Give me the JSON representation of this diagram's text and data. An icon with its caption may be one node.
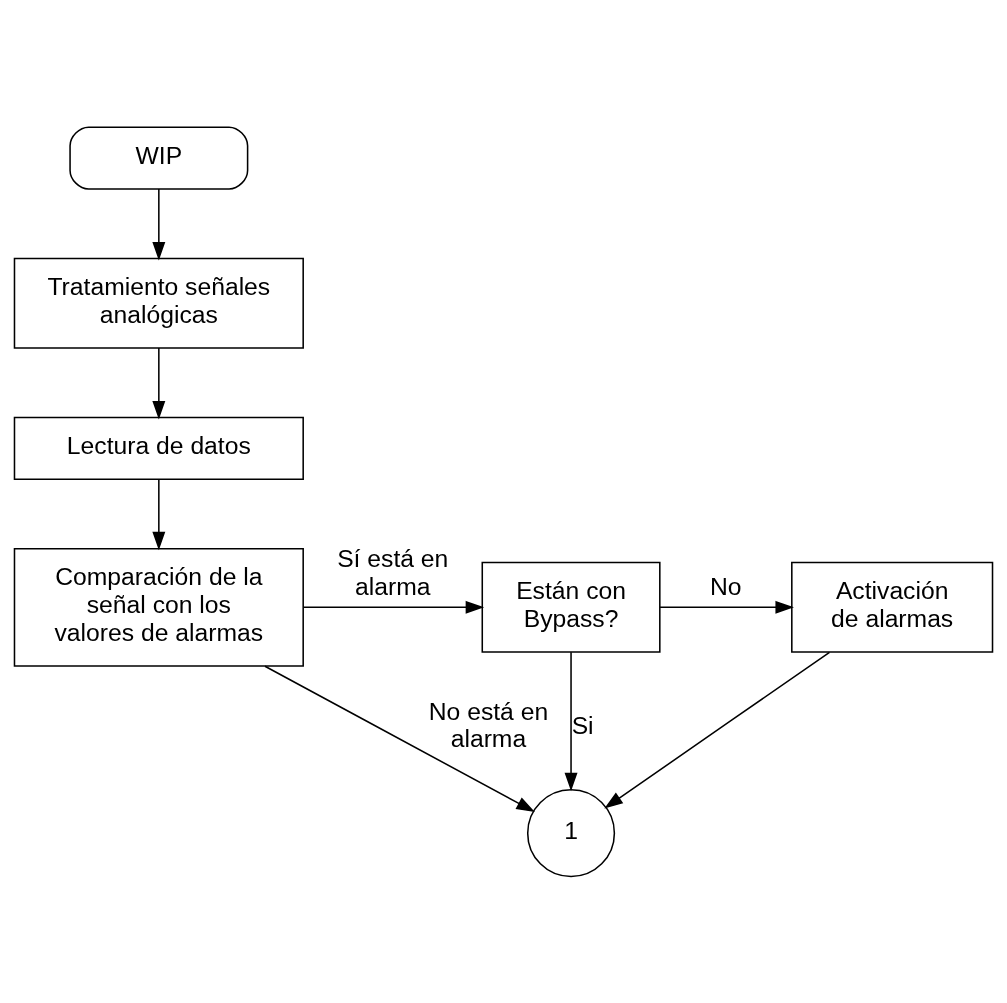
{
  "diagram": {
    "nodes": [
      {
        "text": [
          "WIP"
        ]
      },
      {
        "text": [
          "Tratamiento señales analógicas"
        ]
      },
      {
        "text": [
          "Lectura de datos"
        ]
      },
      {
        "text": [
          "Comparación de la señal con los valores de alarmas"
        ]
      },
      {
        "text": [
          "Están con Bypass?"
        ]
      },
      {
        "text": [
          "Activación de alarmas"
        ]
      },
      {
        "text": [
          "1"
        ]
      }
    ],
    "edges": [
      {
        "from": 0,
        "to": 1,
        "arrow": "to"
      },
      {
        "from": 1,
        "to": 2,
        "arrow": "to"
      },
      {
        "from": 2,
        "to": 3,
        "arrow": "to"
      },
      {
        "from": 3,
        "to": 4,
        "arrow": "to",
        "label": "Sí está en alarma"
      },
      {
        "from": 4,
        "to": 5,
        "arrow": "to",
        "label": "No"
      },
      {
        "from": 3,
        "to": 6,
        "arrow": "to",
        "label": "No está en alarma"
      },
      {
        "from": 4,
        "to": 6,
        "arrow": "to",
        "label": "Si"
      },
      {
        "from": 5,
        "to": 6,
        "arrow": "to"
      }
    ]
  }
}
